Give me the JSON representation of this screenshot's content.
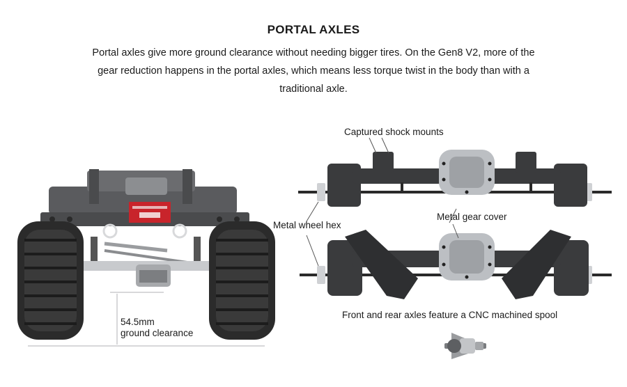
{
  "heading": "PORTAL AXLES",
  "description": "Portal axles give more ground clearance without needing bigger tires. On the Gen8 V2, more of the gear reduction happens in the portal axles, which means less torque twist in the body than with a traditional axle.",
  "callouts": {
    "captured_shock_mounts": "Captured shock mounts",
    "metal_wheel_hex": "Metal wheel hex",
    "metal_gear_cover": "Metal gear cover",
    "spool_caption": "Front and rear axles feature a CNC machined spool",
    "clearance_value": "54.5mm",
    "clearance_label": "ground clearance"
  },
  "colors": {
    "axle_body": "#3a3b3d",
    "axle_dark": "#232425",
    "gear_cover": "#bcbfc3",
    "tire": "#2b2b2b",
    "servo_red": "#c8242b",
    "bumper": "#4a4b4d"
  }
}
